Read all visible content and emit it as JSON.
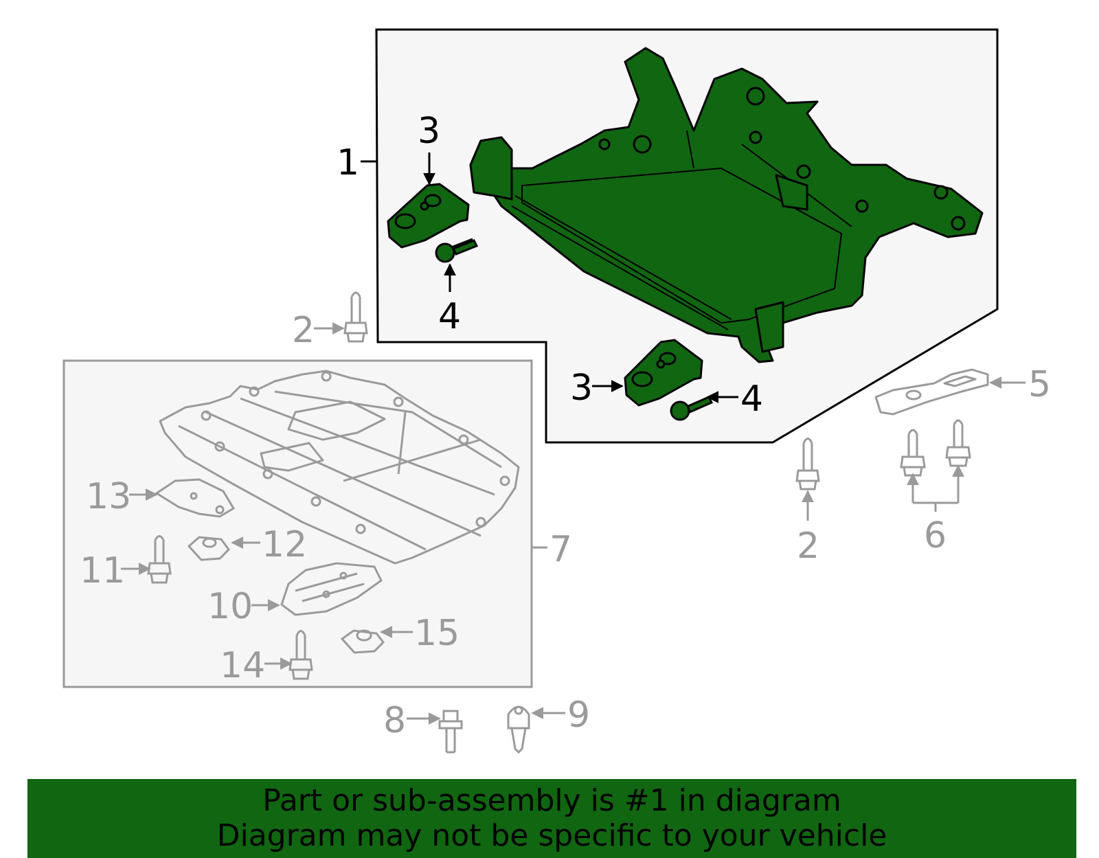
{
  "colors": {
    "highlight": "#116611",
    "active_stroke": "#000000",
    "muted_stroke": "#9a9a9a",
    "box_fill": "#f6f6f6"
  },
  "callouts": [
    {
      "label": "1",
      "state": "highlighted"
    },
    {
      "label": "2",
      "state": "muted"
    },
    {
      "label": "3",
      "state": "highlighted"
    },
    {
      "label": "4",
      "state": "highlighted"
    },
    {
      "label": "5",
      "state": "muted"
    },
    {
      "label": "6",
      "state": "muted"
    },
    {
      "label": "7",
      "state": "muted"
    },
    {
      "label": "8",
      "state": "muted"
    },
    {
      "label": "9",
      "state": "muted"
    },
    {
      "label": "10",
      "state": "muted"
    },
    {
      "label": "11",
      "state": "muted"
    },
    {
      "label": "12",
      "state": "muted"
    },
    {
      "label": "13",
      "state": "muted"
    },
    {
      "label": "14",
      "state": "muted"
    },
    {
      "label": "15",
      "state": "muted"
    }
  ],
  "banner": {
    "line1": "Part or sub-assembly is #1 in diagram",
    "line2": "Diagram may not be specific to your vehicle"
  }
}
